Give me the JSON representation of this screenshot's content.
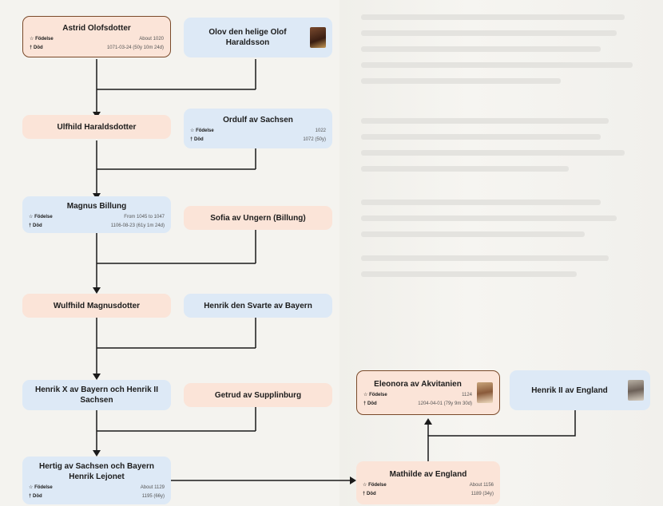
{
  "labels": {
    "birth": "Födelse",
    "death": "Död",
    "birth_icon": "☆",
    "death_icon": "†"
  },
  "nodes": {
    "astrid": {
      "name": "Astrid Olofsdotter",
      "birth": "About 1020",
      "death": "1071-03-24 (50y 10m 24d)"
    },
    "olof": {
      "name": "Olov den helige Olof Haraldsson"
    },
    "ulfhild": {
      "name": "Ulfhild Haraldsdotter"
    },
    "ordulf": {
      "name": "Ordulf av Sachsen",
      "birth": "1022",
      "death": "1072 (50y)"
    },
    "magnus": {
      "name": "Magnus Billung",
      "birth": "From 1045 to 1047",
      "death": "1106-08-23 (61y 1m 24d)"
    },
    "sofia": {
      "name": "Sofia av Ungern (Billung)"
    },
    "wulfhild": {
      "name": "Wulfhild Magnusdotter"
    },
    "henrik_svarte": {
      "name": "Henrik den Svarte av Bayern"
    },
    "henrik_x": {
      "name": "Henrik X  av Bayern och Henrik II Sachsen"
    },
    "getrud": {
      "name": "Getrud av Supplinburg"
    },
    "lejonet": {
      "name": "Hertig av Sachsen och Bayern Henrik Lejonet",
      "birth": "About 1129",
      "death": "1195 (66y)"
    },
    "eleonora": {
      "name": "Eleonora av Akvitanien",
      "birth": "1124",
      "death": "1204-04-01 (79y 9m 30d)"
    },
    "henrik_ii": {
      "name": "Henrik II av England"
    },
    "mathilde": {
      "name": "Mathilde av England",
      "birth": "About 1156",
      "death": "1189 (34y)"
    }
  },
  "colors": {
    "female_bg": "#fbe4d8",
    "male_bg": "#dde9f6",
    "selected_border": "#7a4a2a",
    "line": "#1a1a1a"
  },
  "icons": {
    "birth": "star-icon",
    "death": "cross-icon",
    "portrait": "portrait-image"
  }
}
